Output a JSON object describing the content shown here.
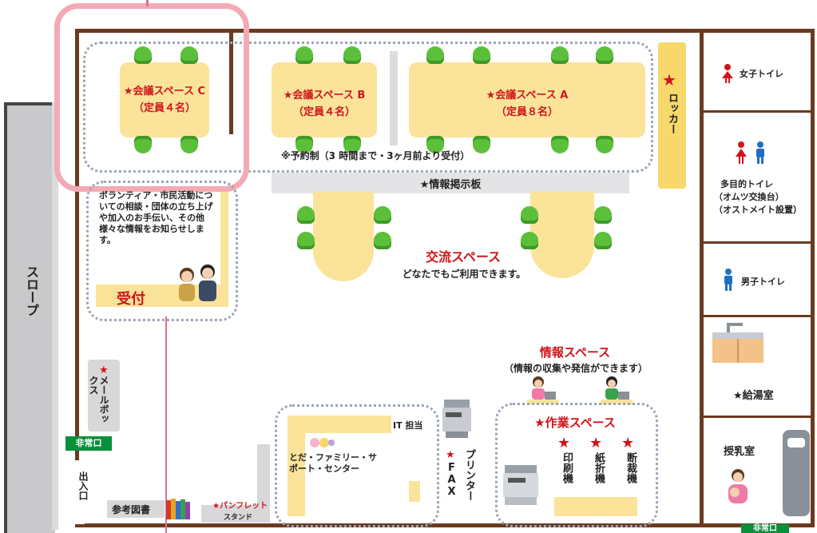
{
  "meeting_spaces": {
    "c_name": "★会議スペース C",
    "c_capacity": "（定員４名）",
    "b_name": "★会議スペース B",
    "b_capacity": "（定員４名）",
    "a_name": "★会議スペース A",
    "a_capacity": "（定員８名）",
    "reservation_note": "※予約制（3 時間まで・3ヶ月前より受付）"
  },
  "locker": {
    "star": "★",
    "label": "ロッカー"
  },
  "bulletin_board": "★情報掲示板",
  "reception": {
    "info_text": "ボランティア・市民活動についての相談・団体の立ち上げや加入のお手伝い、その他様々な情報をお知らせします。",
    "label": "受付"
  },
  "exchange_space": {
    "title": "交流スペース",
    "subtitle": "どなたでもご利用できます。"
  },
  "slope": "スロープ",
  "mailbox": {
    "star": "★",
    "label": "メールボックス"
  },
  "emergency_exit_left": "非常口",
  "emergency_exit_bottom": "非常口",
  "entrance": "出入口",
  "reference_books": "参考図書",
  "pamphlet": {
    "label": "★パンフレット",
    "sub": "スタンド"
  },
  "family_support": {
    "it_label": "IT 担当",
    "name": "とだ・ファミリー・サポート・センター"
  },
  "printer": {
    "star": "★",
    "label": "プリンター"
  },
  "fax": {
    "star": "★",
    "label": "FAX"
  },
  "info_space": {
    "title": "情報スペース",
    "subtitle": "（情報の収集や発信ができます）"
  },
  "work_space": {
    "title": "★作業スペース",
    "machines": [
      {
        "star": "★",
        "label": "印刷機"
      },
      {
        "star": "★",
        "label": "紙折機"
      },
      {
        "star": "★",
        "label": "断裁機"
      }
    ]
  },
  "right_rooms": {
    "womens_toilet": "女子トイレ",
    "multi_toilet": "多目的トイレ",
    "multi_toilet_sub1": "（オムツ交換台）",
    "multi_toilet_sub2": "（オストメイト設置）",
    "mens_toilet": "男子トイレ",
    "kitchen": "★給湯室",
    "nursing": "授乳室"
  },
  "colors": {
    "wall": "#6b3a1f",
    "table": "#fbe39a",
    "chair": "#5cbf3a",
    "star": "#d0141a",
    "exit_sign": "#0a8f3c",
    "highlight": "#f4aab4"
  }
}
